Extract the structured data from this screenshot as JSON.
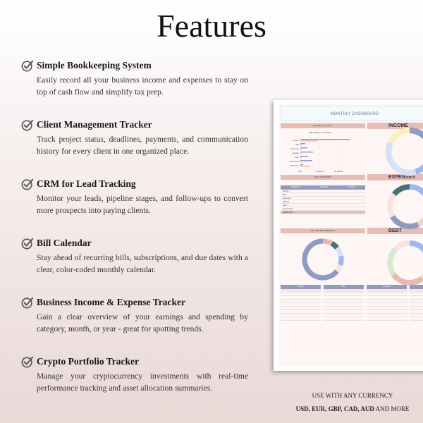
{
  "title": "Features",
  "features": [
    {
      "title": "Simple Bookkeeping System",
      "desc": "Easily record all your business income and expenses to stay on top of cash flow and simplify tax prep."
    },
    {
      "title": "Client Management Tracker",
      "desc": "Track project status, deadlines, payments, and communication history for every client in one organized place."
    },
    {
      "title": "CRM for Lead Tracking",
      "desc": "Monitor your leads, pipeline stages, and follow-ups to convert more prospects into paying clients."
    },
    {
      "title": "Bill Calendar",
      "desc": "Stay ahead of recurring bills, subscriptions, and due dates with a clear, color-coded monthly calendar."
    },
    {
      "title": "Business Income & Expense Tracker",
      "desc": "Gain a clear overview of your earnings and spending by category, month, or year - great for spotting trends."
    },
    {
      "title": "Crypto Portfolio Tracker",
      "desc": "Manage your cryptocurrency investments with real-time performance tracking and asset allocation summaries."
    }
  ],
  "check_icon": "check-circle-icon",
  "dashboard": {
    "title": "MONTHLY DASHBOARD",
    "sections": {
      "budget": "BUDGET & ACTUAL",
      "income": "INCOME",
      "overview": "DATA OVERVIEW",
      "expenses": "EXPENSES",
      "distribution": "INCOME DISTRIBUTION",
      "debt": "DEBT"
    },
    "legend": [
      "BUDGET",
      "ACTUAL"
    ],
    "bar_categories": [
      "Income",
      "Bills",
      "Expenses",
      "Savings",
      "Debt",
      "Investments",
      "Retirement"
    ],
    "axis_ticks": [
      "$.00",
      "10,000.00",
      "20,000.00"
    ],
    "overview_headers": [
      "SUMMARY",
      "BUDGET",
      "ACTUAL"
    ],
    "overview_rows": [
      "Income",
      "Bills",
      "Expenses",
      "Savings",
      "Debt",
      "Investments",
      "REMAINING"
    ],
    "mini_tables": [
      "Income",
      "Bills",
      "Expenses",
      "Savings"
    ],
    "colors": {
      "header": "#e6bcb5",
      "table": "#8f9bc2",
      "teal": "#4a6f7a",
      "yellow": "#fbeec1",
      "blue": "#9fb9f0",
      "light": "#d6e1f7",
      "green": "#d6ead0"
    }
  },
  "currency": {
    "line1": "USE WITH ANY CURRENCY",
    "codes": "USD, EUR, GBP, CAD, AUD",
    "suffix": " AND MORE"
  }
}
